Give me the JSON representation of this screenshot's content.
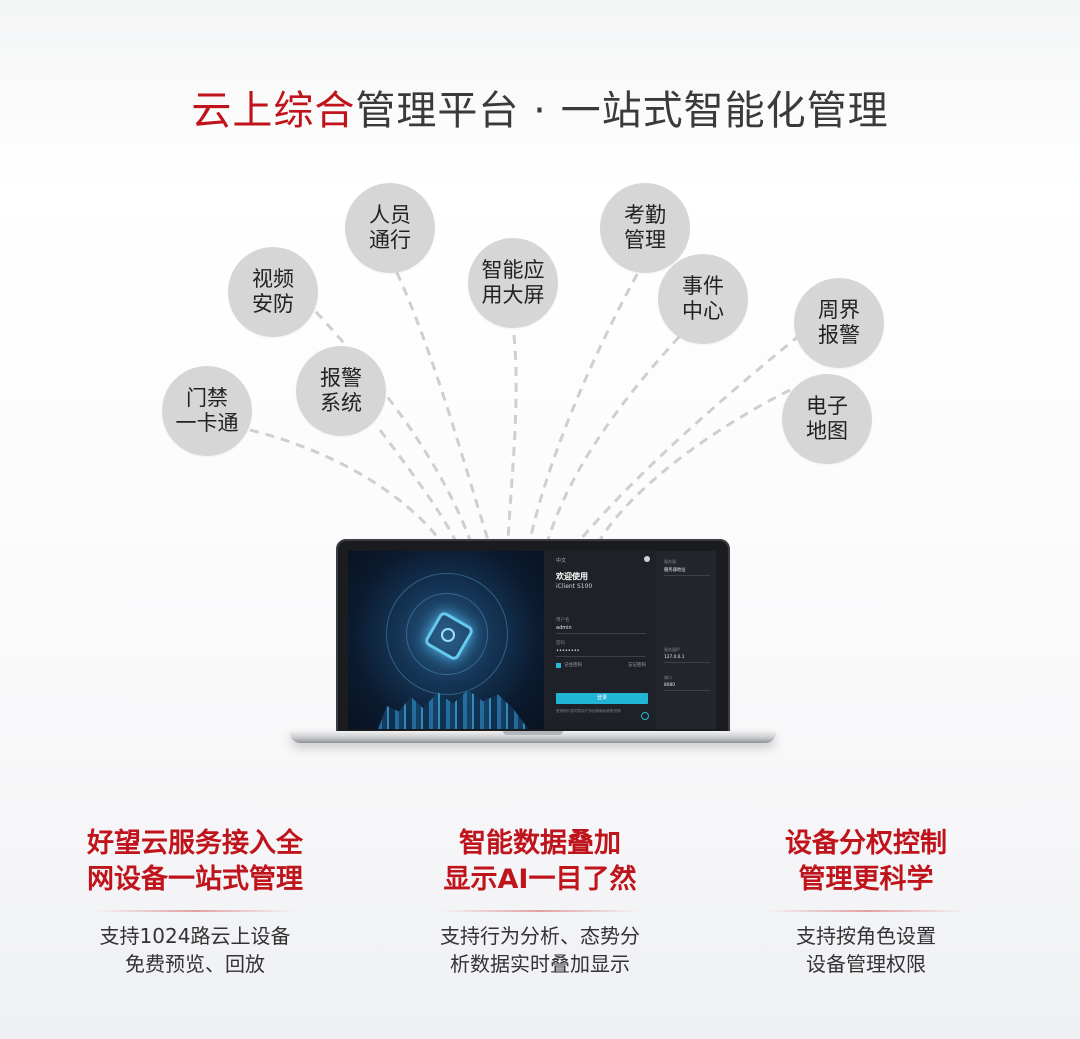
{
  "title": {
    "accent": "云上综合",
    "rest": "管理平台 · 一站式智能化管理"
  },
  "bubbles": [
    {
      "line1": "人员",
      "line2": "通行"
    },
    {
      "line1": "视频",
      "line2": "安防"
    },
    {
      "line1": "智能应",
      "line2": "用大屏"
    },
    {
      "line1": "考勤",
      "line2": "管理"
    },
    {
      "line1": "事件",
      "line2": "中心"
    },
    {
      "line1": "周界",
      "line2": "报警"
    },
    {
      "line1": "报警",
      "line2": "系统"
    },
    {
      "line1": "门禁",
      "line2": "一卡通"
    },
    {
      "line1": "电子",
      "line2": "地图"
    }
  ],
  "laptop": {
    "language": "中文",
    "welcome": "欢迎使用",
    "product": "iClient S100",
    "username_label": "用户名",
    "username_value": "admin",
    "password_label": "密码",
    "password_value": "••••••••",
    "remember": "记住密码",
    "forgot": "忘记密码",
    "login_button": "登录",
    "agreement": "登录即代表同意用户协议和隐私政策说明",
    "server_label": "服务器",
    "server_value": "服务器地址",
    "ip_label": "服务器IP",
    "ip_value": "127.0.0.1",
    "port_label": "端口",
    "port_value": "8080"
  },
  "features": [
    {
      "title1": "好望云服务接入全",
      "title2": "网设备一站式管理",
      "desc1": "支持1024路云上设备",
      "desc2": "免费预览、回放"
    },
    {
      "title1": "智能数据叠加",
      "title2": "显示AI一目了然",
      "desc1": "支持行为分析、态势分",
      "desc2": "析数据实时叠加显示"
    },
    {
      "title1": "设备分权控制",
      "title2": "管理更科学",
      "desc1": "支持按角色设置",
      "desc2": "设备管理权限"
    }
  ],
  "colors": {
    "accent": "#c0141c",
    "bubble": "#d6d6d6",
    "login_button": "#22b4d4"
  }
}
